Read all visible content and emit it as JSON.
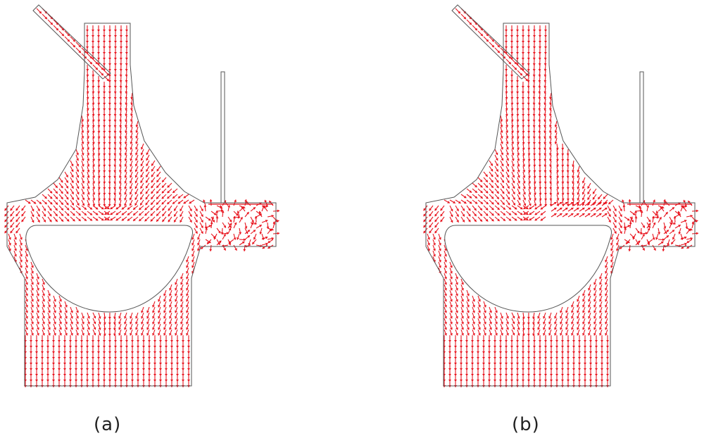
{
  "figure": {
    "panels": [
      {
        "id": "a",
        "caption": "(a)",
        "variant": "baseline"
      },
      {
        "id": "b",
        "caption": "(b)",
        "variant": "deflected"
      }
    ],
    "arrow_color": "#e8141e",
    "outline_color": "#555555"
  }
}
